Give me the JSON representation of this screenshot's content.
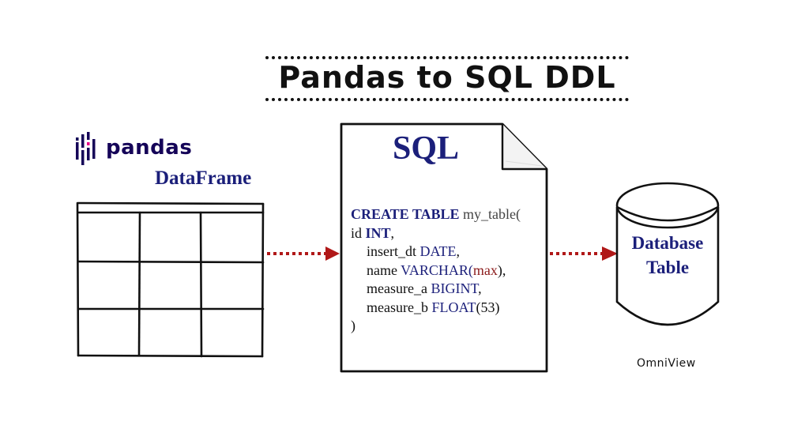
{
  "title": "Pandas to SQL DDL",
  "pandas_logo": {
    "word": "pandas",
    "color": "#150458"
  },
  "dataframe_label": "DataFrame",
  "sql_doc": {
    "heading": "SQL",
    "code": {
      "l1_kw": "CREATE TABLE",
      "l1_rest": " my_table(",
      "l2_plain": "id ",
      "l2_kw": "INT",
      "l2_end": ",",
      "l3_plain": "insert_dt ",
      "l3_kw": "DATE",
      "l3_end": ",",
      "l4_plain": "name ",
      "l4_kw": "VARCHAR(",
      "l4_red": "max",
      "l4_end": "),",
      "l5_plain": "measure_a ",
      "l5_kw": "BIGINT",
      "l5_end": ",",
      "l6_plain": "measure_b ",
      "l6_kw": "FLOAT",
      "l6_end": "(53)",
      "l7": ")"
    }
  },
  "database": {
    "line1": "Database",
    "line2": "Table"
  },
  "brand": "OmniView",
  "colors": {
    "navy": "#1b1f7a",
    "arrow": "#b01818",
    "ink": "#111111"
  }
}
